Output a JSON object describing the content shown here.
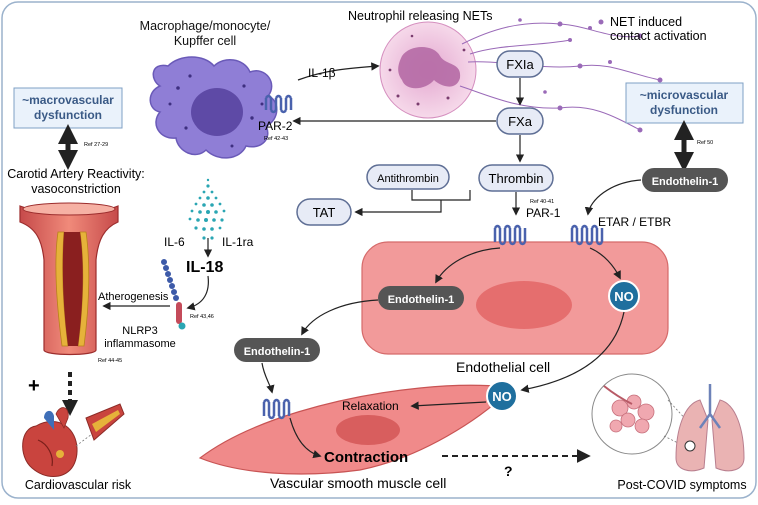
{
  "labels": {
    "macrophage": "Macrophage/monocyte/\nKupffer cell",
    "neutrophil": "Neutrophil releasing NETs",
    "net_contact": "NET induced\ncontact activation",
    "il1b": "IL-1β",
    "par2": "PAR-2",
    "ref_42_43": "Ref 42-43",
    "fxia": "FXIa",
    "fxa": "FXa",
    "thrombin": "Thrombin",
    "antithrombin": "Antithrombin",
    "tat": "TAT",
    "ref_40_41": "Ref 40-41",
    "par1": "PAR-1",
    "etar_etbr": "ETAR / ETBR",
    "macro_dys": "~macrovascular\ndysfunction",
    "micro_dys": "~microvascular\ndysfunction",
    "ref_27_29": "Ref 27-29",
    "ref_50": "Ref 50",
    "endothelin_top": "Endothelin-1",
    "carotid": "Carotid Artery Reactivity:\nvasoconstriction",
    "il6": "IL-6",
    "il1ra": "IL-1ra",
    "il18": "IL-18",
    "atherogenesis": "Atherogenesis",
    "ref_43_46": "Ref 43,46",
    "nlrp3": "NLRP3\ninflammasome",
    "ref_44_45": "Ref 44-45",
    "endothelin_cell": "Endothelin-1",
    "no_cell": "NO",
    "endothelial": "Endothelial cell",
    "endothelin_vsmc": "Endothelin-1",
    "no_vsmc": "NO",
    "relaxation": "Relaxation",
    "contraction": "Contraction",
    "vsmc": "Vascular smooth muscle cell",
    "question": "?",
    "cv_risk": "Cardiovascular risk",
    "post_covid": "Post-COVID symptoms",
    "plus": "+"
  },
  "colors": {
    "frame": "#9bb2cc",
    "node_fill": "#e7ebf6",
    "node_stroke": "#5f6f95",
    "dark_pill": "#555555",
    "no_blue": "#1f6f9e",
    "endo_fill": "#f29a9a",
    "macrophage": "#8f7ed6",
    "receptor": "#6f87c9"
  }
}
